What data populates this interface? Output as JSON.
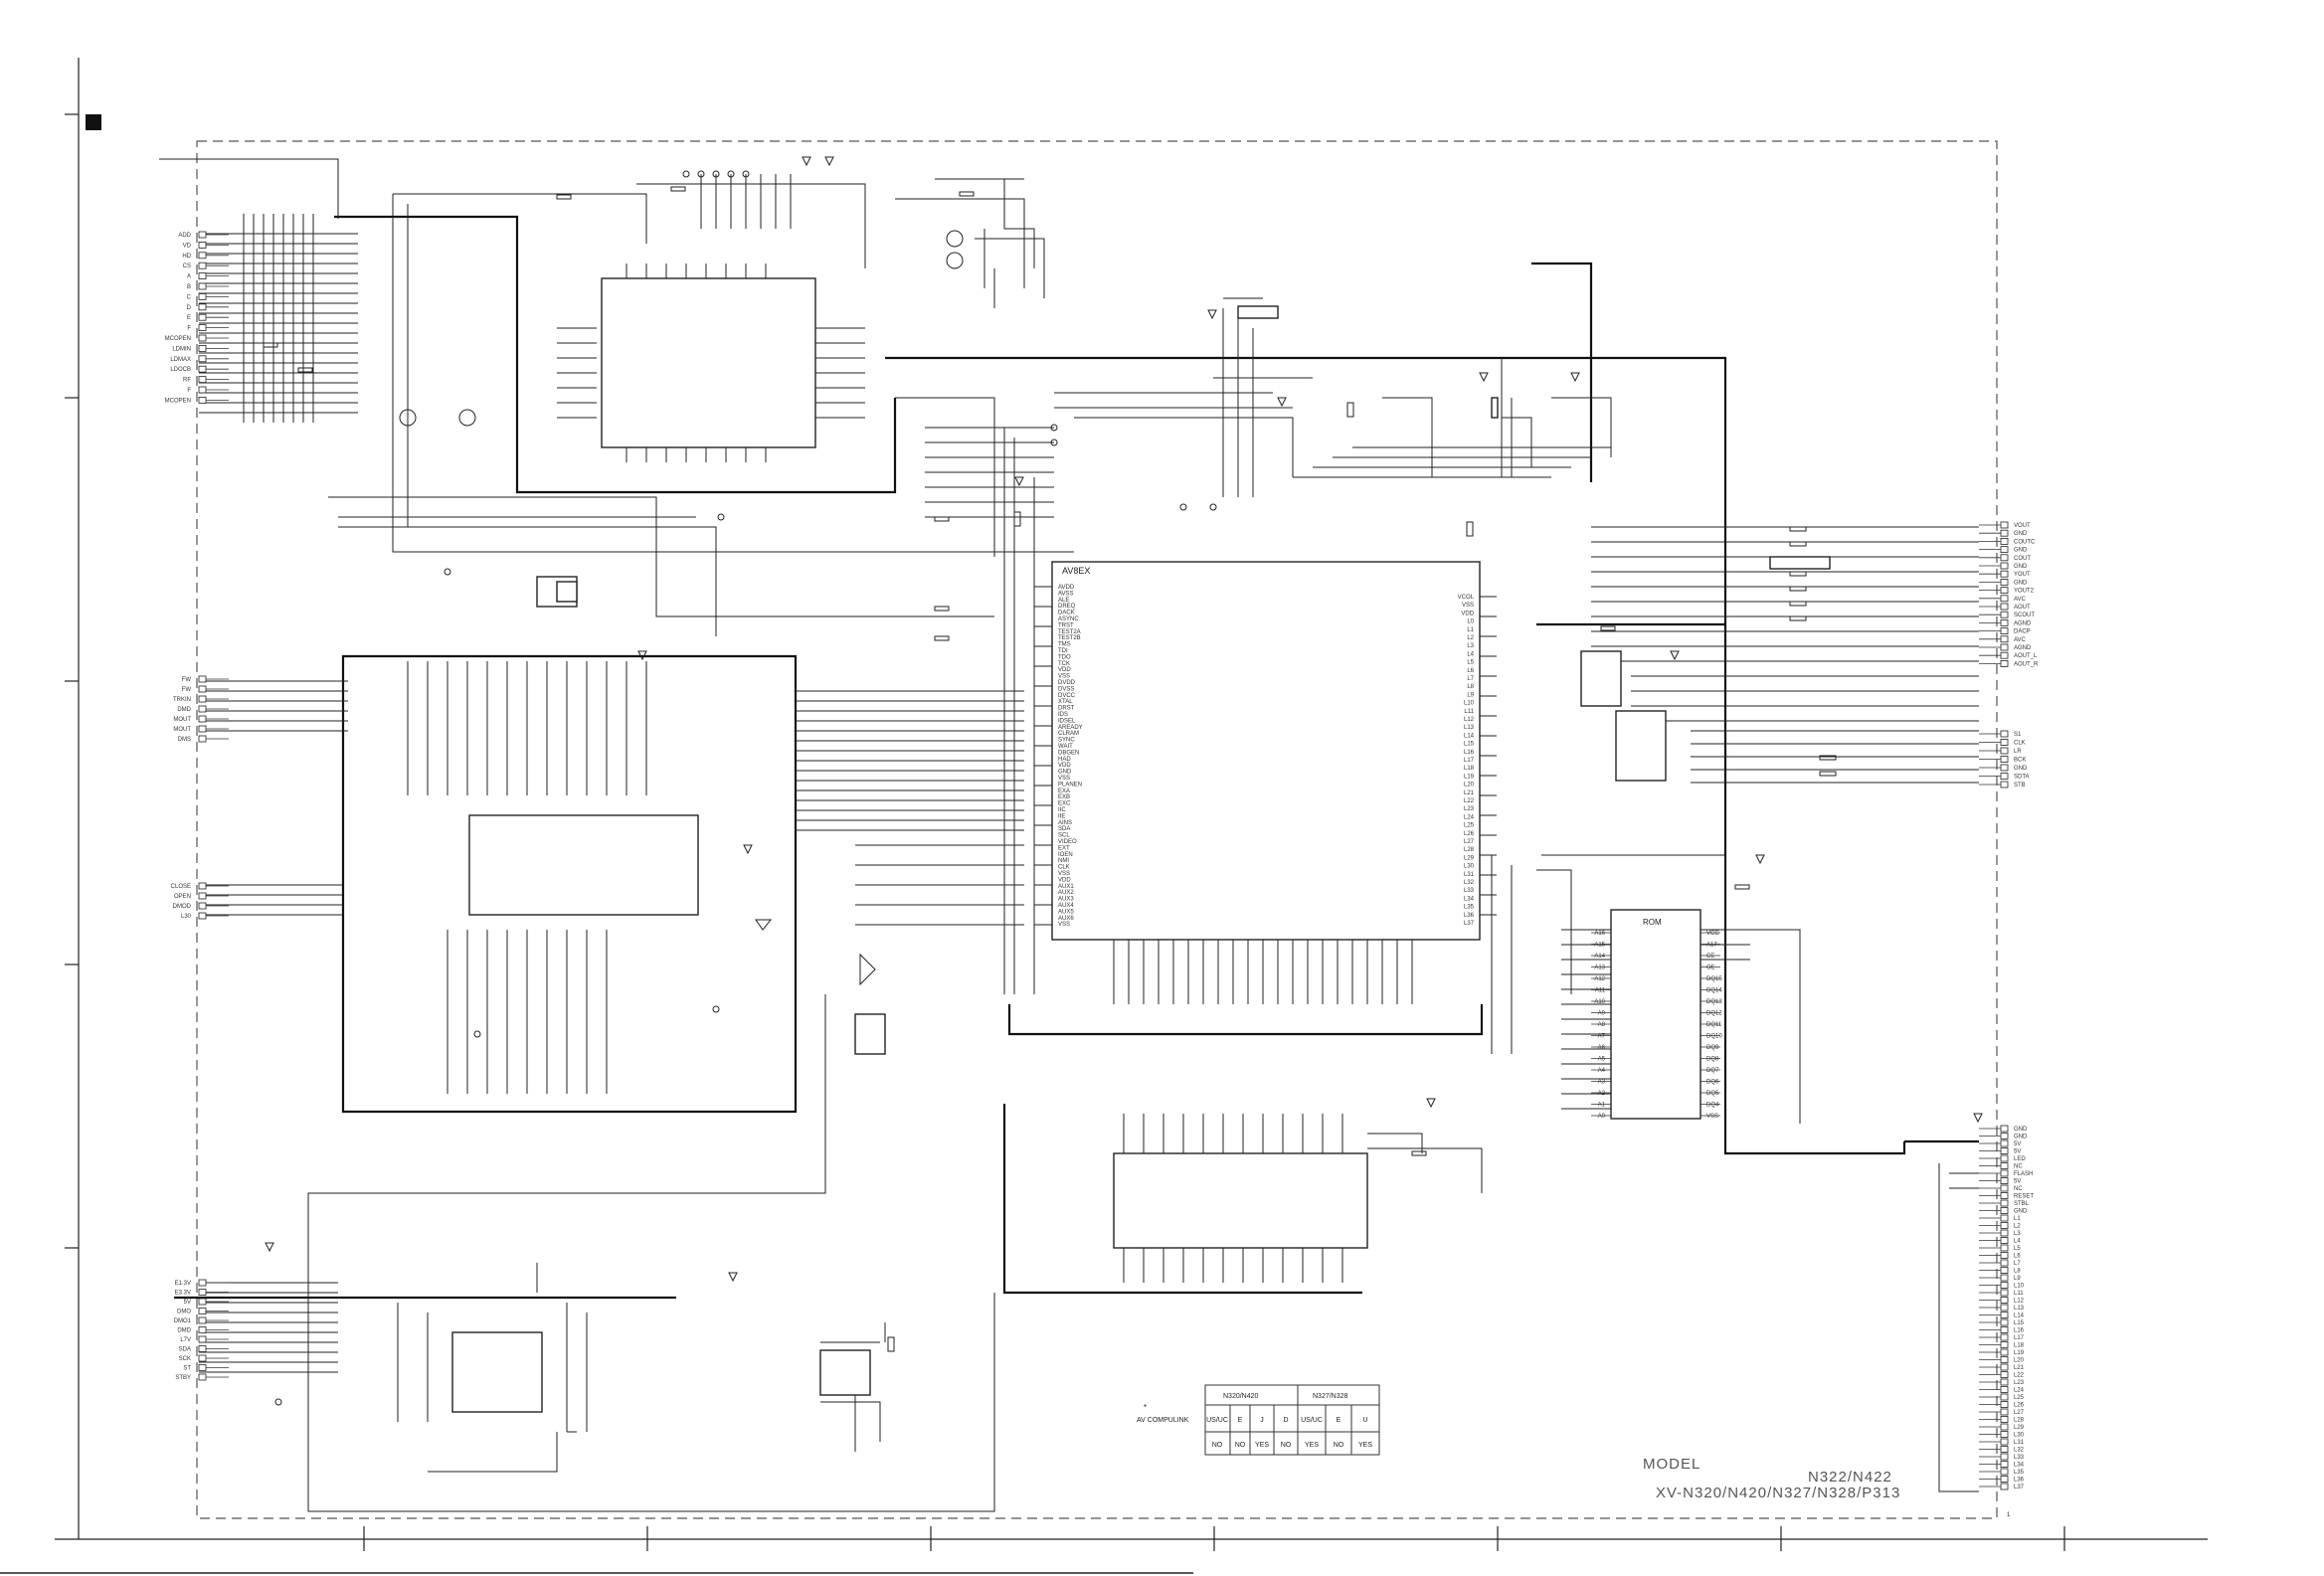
{
  "model": {
    "label": "MODEL",
    "line1": "N322/N422",
    "line2": "XV-N320/N420/N327/N328/P313"
  },
  "note": {
    "marker": "*",
    "text": "AV COMPULINK"
  },
  "option_table": {
    "groups": [
      "N320/N420",
      "N327/N328"
    ],
    "headers": [
      "US/UC",
      "E",
      "J",
      "D",
      "US/UC",
      "E",
      "U"
    ],
    "values": [
      "NO",
      "NO",
      "YES",
      "NO",
      "YES",
      "NO",
      "YES"
    ]
  },
  "components": {
    "main_chip_name": "AV8EX",
    "rom_chip_name": "ROM"
  },
  "page_number": "1",
  "connectors": {
    "left_top": [
      "ADD",
      "VD",
      "HD",
      "CS",
      "A",
      "B",
      "C",
      "D",
      "E",
      "F",
      "MCOPEN",
      "LDMIN",
      "LDMAX",
      "LDOCB",
      "RF",
      "F",
      "MCOPEN"
    ],
    "left_mid": [
      "FW",
      "FW",
      "TRKIN",
      "DMD",
      "MOUT",
      "MOUT",
      "DMS"
    ],
    "left_lower": [
      "CLOSE",
      "OPEN",
      "DMOD",
      "L30"
    ],
    "left_bottom": [
      "E1.3V",
      "E3.3V",
      "5V",
      "DMO",
      "DMO1",
      "DMD",
      "L7V",
      "SDA",
      "SCK",
      "ST",
      "STBY"
    ],
    "right_top": [
      "VOUT",
      "GND",
      "COUTC",
      "GND",
      "COUT",
      "GND",
      "YOUT",
      "GND",
      "YOUT2",
      "AVC",
      "AOUT",
      "SCOUT",
      "AGND",
      "DACP",
      "AVC",
      "AGND",
      "AOUT_L",
      "AOUT_R"
    ],
    "right_mid": [
      "S1",
      "CLK",
      "LR",
      "BCK",
      "GND",
      "SDTA",
      "STB"
    ],
    "right_bottom": [
      "GND",
      "GND",
      "5V",
      "5V",
      "LED",
      "NC",
      "FLASH",
      "5V",
      "NC",
      "RESET",
      "STBL",
      "GND",
      "L1",
      "L2",
      "L3",
      "L4",
      "L5",
      "L6",
      "L7",
      "L8",
      "L9",
      "L10",
      "L11",
      "L12",
      "L13",
      "L14",
      "L15",
      "L16",
      "L17",
      "L18",
      "L19",
      "L20",
      "L21",
      "L22",
      "L23",
      "L24",
      "L25",
      "L26",
      "L27",
      "L28",
      "L29",
      "L30",
      "L31",
      "L32",
      "L33",
      "L34",
      "L35",
      "L36",
      "L37"
    ]
  },
  "main_chip_pins_left": [
    "AVDD",
    "AVSS",
    "ALE",
    "DREQ",
    "DACK",
    "ASYNC",
    "TRST",
    "TEST2A",
    "TEST2B",
    "TMS",
    "TDI",
    "TDO",
    "TCK",
    "VDD",
    "VSS",
    "DVDD",
    "DVSS",
    "DVCC",
    "XTAL",
    "DRST",
    "IDS",
    "IDSEL",
    "AREADY",
    "CLRAM",
    "SYNC",
    "WAIT",
    "DBGEN",
    "HAD",
    "VDD",
    "GND",
    "VSS",
    "PLANEN",
    "EXA",
    "EXB",
    "EXC",
    "IIC",
    "IIE",
    "AINS",
    "SDA",
    "SCL",
    "VIDEO",
    "EXT",
    "IOEN",
    "NMI",
    "CLK",
    "VSS",
    "VDD",
    "AUX1",
    "AUX2",
    "AUX3",
    "AUX4",
    "AUX5",
    "AUX6",
    "VSS"
  ],
  "main_chip_pins_right": [
    "VCOL",
    "VSS",
    "VDD",
    "L0",
    "L1",
    "L2",
    "L3",
    "L4",
    "L5",
    "L6",
    "L7",
    "L8",
    "L9",
    "L10",
    "L11",
    "L12",
    "L13",
    "L14",
    "L15",
    "L16",
    "L17",
    "L18",
    "L19",
    "L20",
    "L21",
    "L22",
    "L23",
    "L24",
    "L25",
    "L26",
    "L27",
    "L28",
    "L29",
    "L30",
    "L31",
    "L32",
    "L33",
    "L34",
    "L35",
    "L36",
    "L37"
  ],
  "rom_pins_left": [
    "A16",
    "A15",
    "A14",
    "A13",
    "A12",
    "A11",
    "A10",
    "A9",
    "A8",
    "A7",
    "A6",
    "A5",
    "A4",
    "A3",
    "A2",
    "A1",
    "A0"
  ],
  "rom_pins_right": [
    "VCC",
    "A17",
    "CE",
    "OE",
    "DQ15",
    "DQ14",
    "DQ13",
    "DQ12",
    "DQ11",
    "DQ10",
    "DQ9",
    "DQ8",
    "DQ7",
    "DQ6",
    "DQ5",
    "DQ4",
    "VSS"
  ]
}
